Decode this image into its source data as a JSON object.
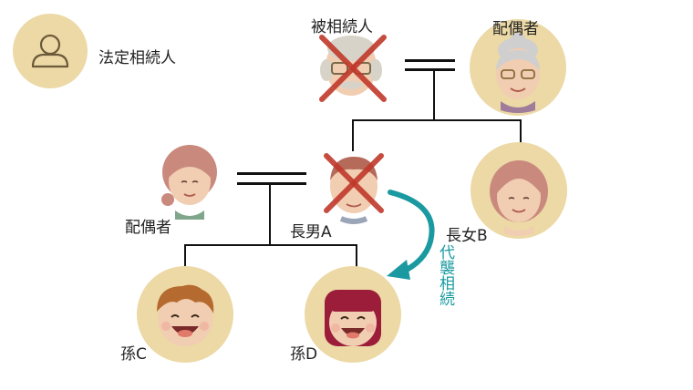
{
  "legend": {
    "label": "法定相続人",
    "icon": "person-outline-icon"
  },
  "people": {
    "deceased": {
      "label": "被相続人",
      "icon": "grandfather-face-icon",
      "crossed": true
    },
    "spouse_top": {
      "label": "配偶者",
      "icon": "grandmother-face-icon"
    },
    "spouse_mid": {
      "label": "配偶者",
      "icon": "woman-face-icon"
    },
    "eldest_son": {
      "label": "長男A",
      "icon": "man-face-icon",
      "crossed": true
    },
    "eldest_daughter": {
      "label": "長女B",
      "icon": "woman-face-icon"
    },
    "grandchild_c": {
      "label": "孫C",
      "icon": "boy-face-icon"
    },
    "grandchild_d": {
      "label": "孫D",
      "icon": "girl-face-icon"
    }
  },
  "arrow": {
    "label": "代襲相続",
    "color": "#1a9aa0"
  },
  "colors": {
    "circle": "#ecd9a6",
    "cross": "#c0392b",
    "line": "#111111"
  }
}
